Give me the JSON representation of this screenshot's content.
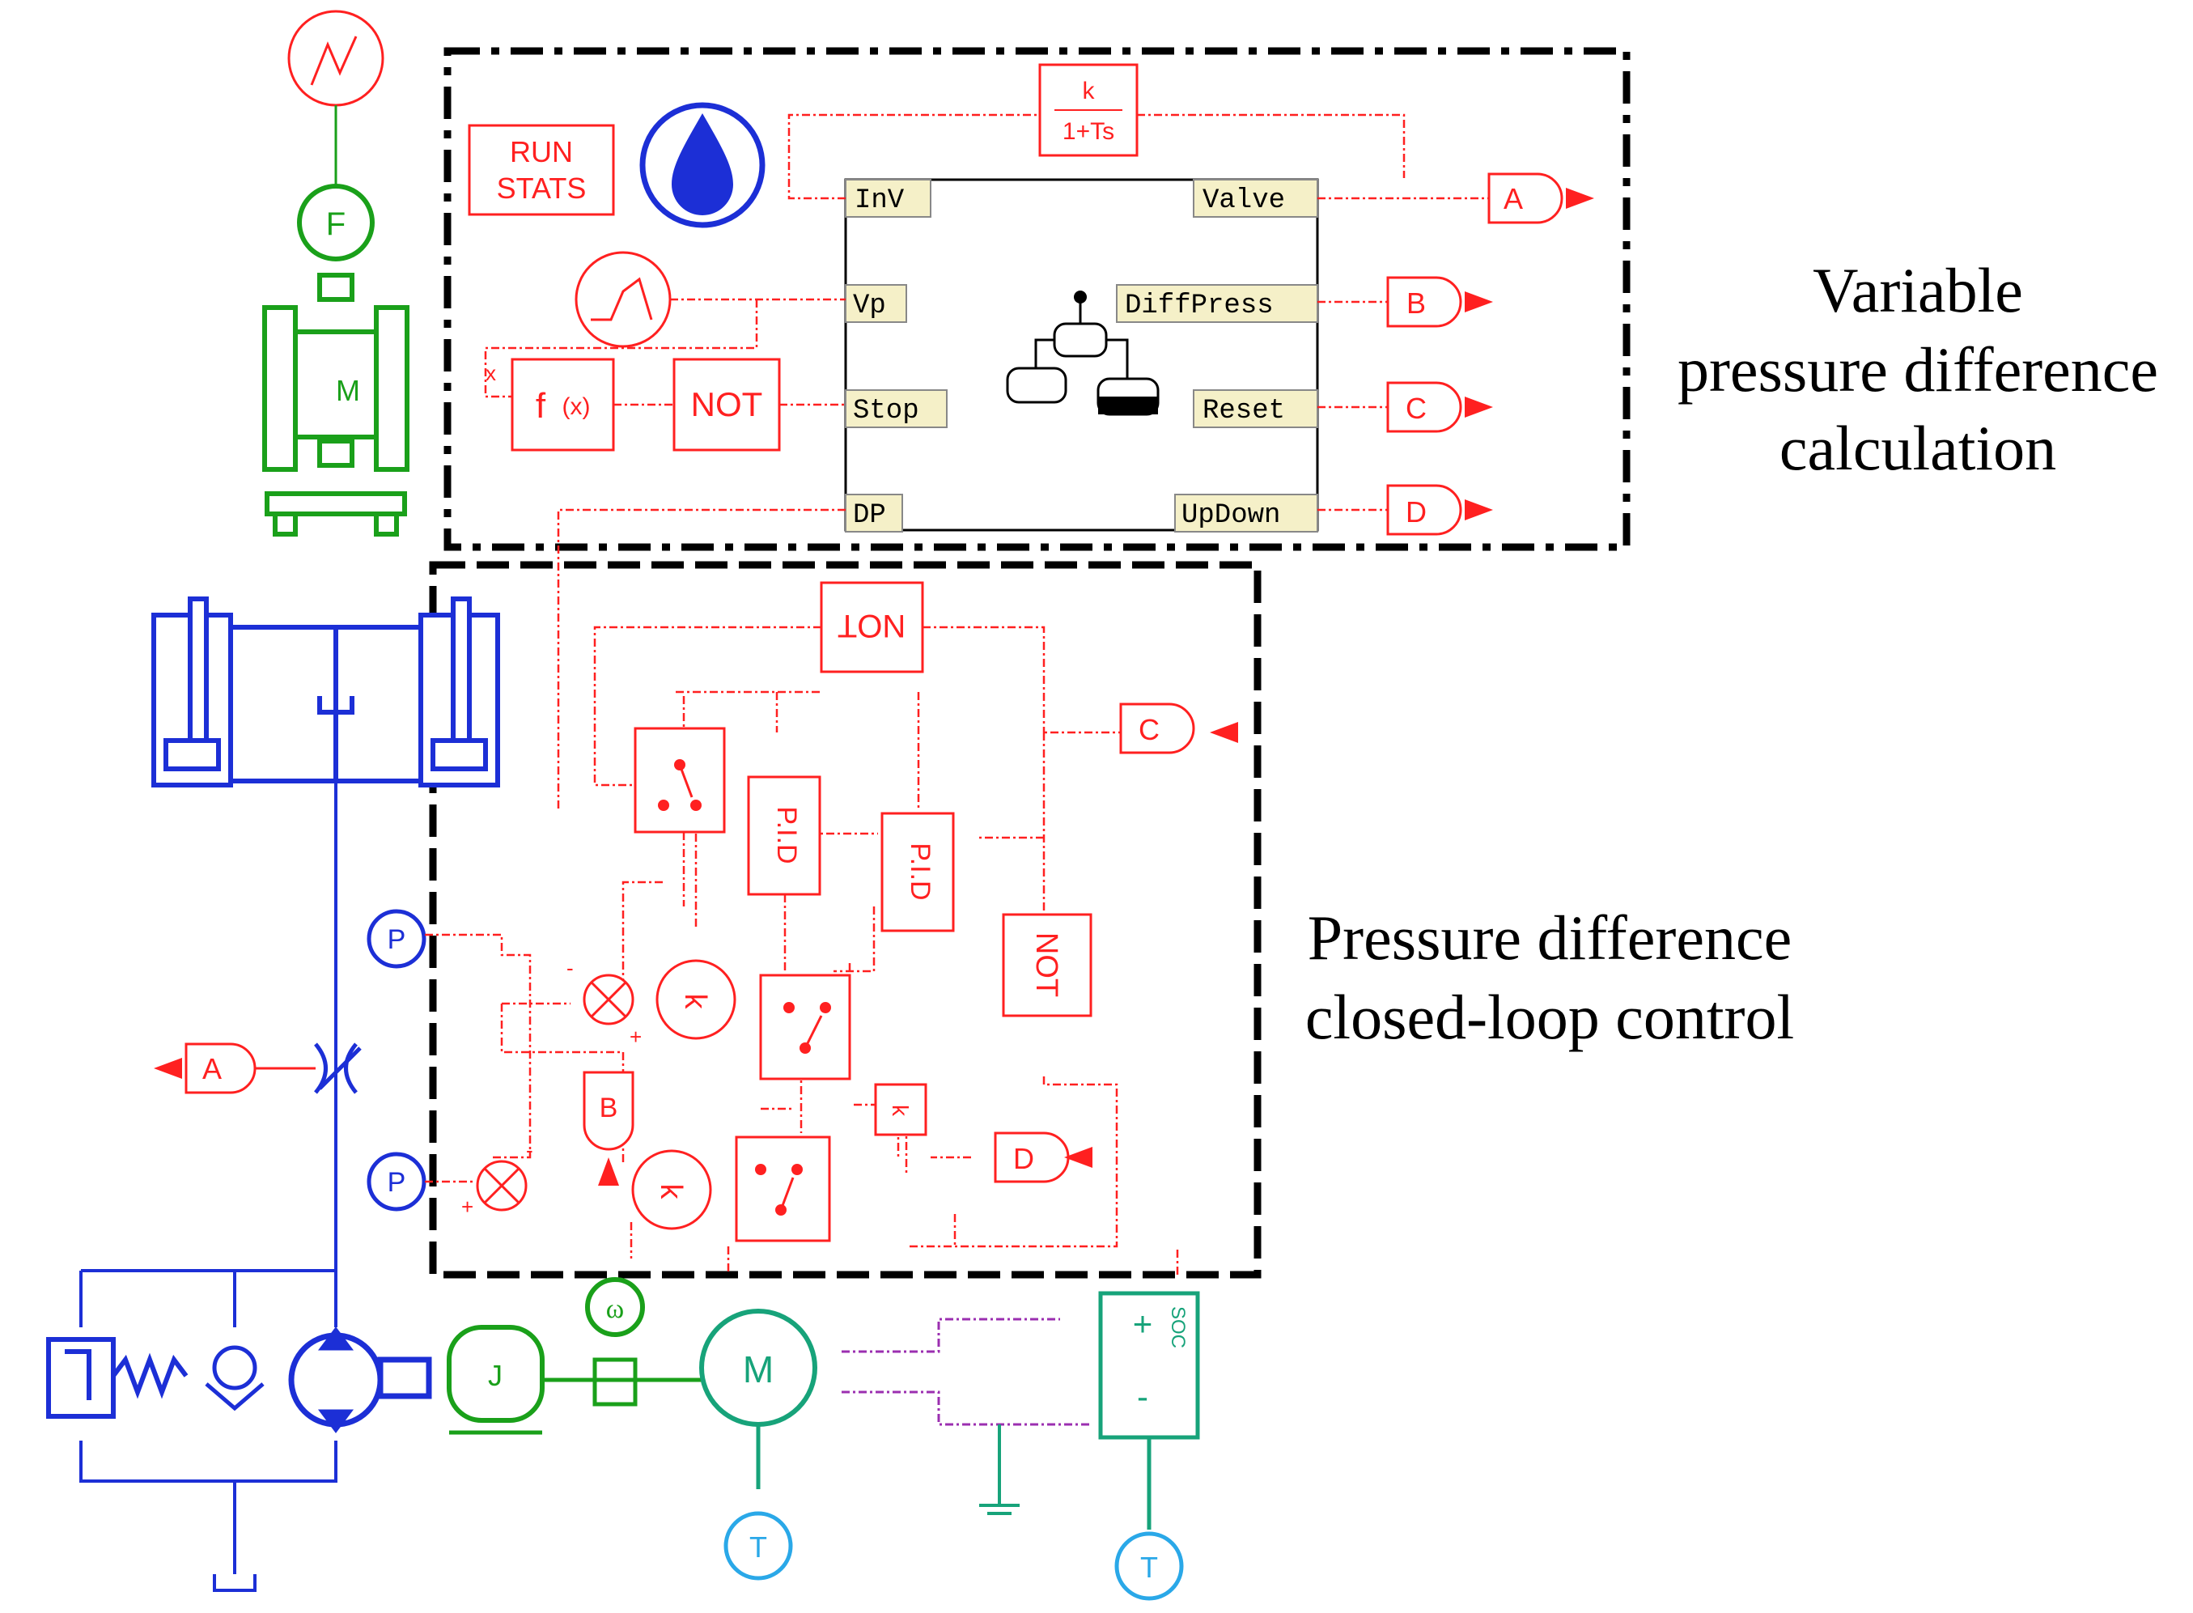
{
  "captions": {
    "top_line1": "Variable",
    "top_line2": "pressure difference",
    "top_line3": "calculation",
    "bottom_line1": "Pressure difference",
    "bottom_line2": "closed-loop control"
  },
  "block": {
    "inputs": [
      "InV",
      "Vp",
      "Stop",
      "DP"
    ],
    "outputs": [
      "Valve",
      "DiffPress",
      "Reset",
      "UpDown"
    ]
  },
  "labels": {
    "run": "RUN",
    "stats": "STATS",
    "fx": "f",
    "fx_arg": "(x)",
    "not": "NOT",
    "x": "x",
    "lag_num": "k",
    "lag_den": "1+Ts",
    "conn_a": "A",
    "conn_b": "B",
    "conn_c": "C",
    "conn_d": "D",
    "pid": "P.I.D",
    "gain": "k",
    "pressure": "P",
    "force": "F",
    "mass": "M",
    "inertia": "J",
    "motor": "M",
    "speed": "ω",
    "temp": "T",
    "soc": "SOC",
    "plus": "+",
    "minus": "-"
  },
  "colors": {
    "control": "#ff2020",
    "hydraulic": "#1c2fd6",
    "mechanical": "#1aa01a",
    "electrical": "#17a37a",
    "thermal": "#2aa8e8",
    "signal_purple": "#9b2fb0",
    "frame": "#000000"
  }
}
